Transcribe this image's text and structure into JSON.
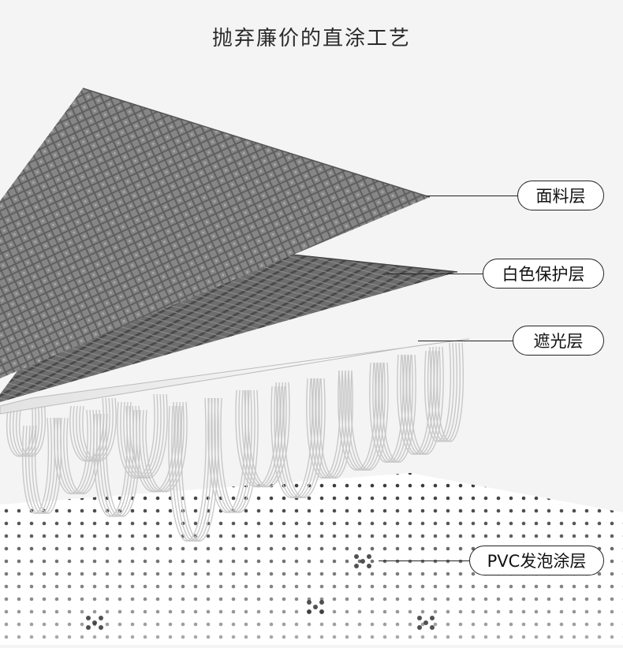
{
  "header": {
    "title_partial": "",
    "subtitle": "抛弃廉价的直涂工艺"
  },
  "layers": [
    {
      "label": "面料层"
    },
    {
      "label": "白色保护层"
    },
    {
      "label": "遮光层"
    },
    {
      "label": "PVC发泡涂层"
    }
  ],
  "colors": {
    "background": "#f4f4f4",
    "fabric": "#7a7a7a",
    "fabric_dark": "#555555",
    "foam": "#ffffff",
    "dots": "#333333",
    "text": "#111111"
  }
}
